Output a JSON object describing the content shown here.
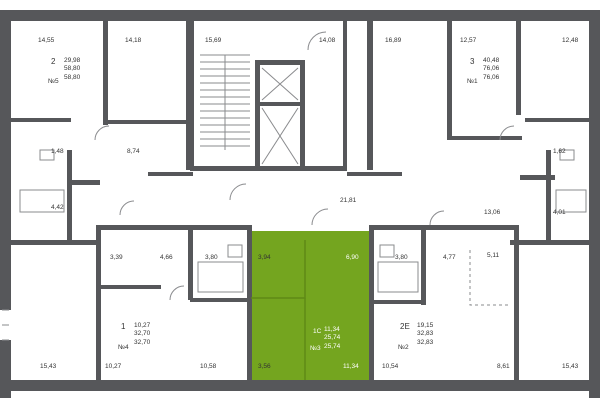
{
  "colors": {
    "wall": "#56575a",
    "highlight": "#74a51f",
    "floor": "#ffffff",
    "thin": "#8a8b8e"
  },
  "rooms": [
    {
      "id": "r1",
      "label": "14,55"
    },
    {
      "id": "r2",
      "label": "14,18"
    },
    {
      "id": "r3",
      "label": "15,69"
    },
    {
      "id": "r4",
      "label": "14,08"
    },
    {
      "id": "r5",
      "label": "16,89"
    },
    {
      "id": "r6",
      "label": "12,57"
    },
    {
      "id": "r7",
      "label": "12,48"
    },
    {
      "id": "r8",
      "label": "1,48"
    },
    {
      "id": "r9",
      "label": "8,74"
    },
    {
      "id": "r10",
      "label": "1,62"
    },
    {
      "id": "r11",
      "label": "4,42"
    },
    {
      "id": "r12",
      "label": "21,81"
    },
    {
      "id": "r13",
      "label": "13,06"
    },
    {
      "id": "r14",
      "label": "4,01"
    },
    {
      "id": "r15",
      "label": "3,39"
    },
    {
      "id": "r16",
      "label": "4,66"
    },
    {
      "id": "r17",
      "label": "3,80"
    },
    {
      "id": "r18",
      "label": "3,94"
    },
    {
      "id": "r19",
      "label": "6,90"
    },
    {
      "id": "r20",
      "label": "3,80"
    },
    {
      "id": "r21",
      "label": "4,77"
    },
    {
      "id": "r22",
      "label": "5,11"
    },
    {
      "id": "r23",
      "label": "15,43"
    },
    {
      "id": "r24",
      "label": "10,27"
    },
    {
      "id": "r25",
      "label": "10,58"
    },
    {
      "id": "r26",
      "label": "3,56"
    },
    {
      "id": "r27",
      "label": "11,34"
    },
    {
      "id": "r28",
      "label": "10,54"
    },
    {
      "id": "r29",
      "label": "8,61"
    },
    {
      "id": "r30",
      "label": "15,43"
    }
  ],
  "apartments": [
    {
      "type": "2",
      "no": "№5",
      "a": "29,98",
      "b": "58,80",
      "c": "58,80"
    },
    {
      "type": "3",
      "no": "№1",
      "a": "40,48",
      "b": "76,06",
      "c": "76,06"
    },
    {
      "type": "1",
      "no": "№4",
      "a": "10,27",
      "b": "32,70",
      "c": "32,70"
    },
    {
      "type": "1С",
      "no": "№3",
      "a": "11,34",
      "b": "25,74",
      "c": "25,74"
    },
    {
      "type": "2Е",
      "no": "№2",
      "a": "19,15",
      "b": "32,83",
      "c": "32,83"
    }
  ]
}
